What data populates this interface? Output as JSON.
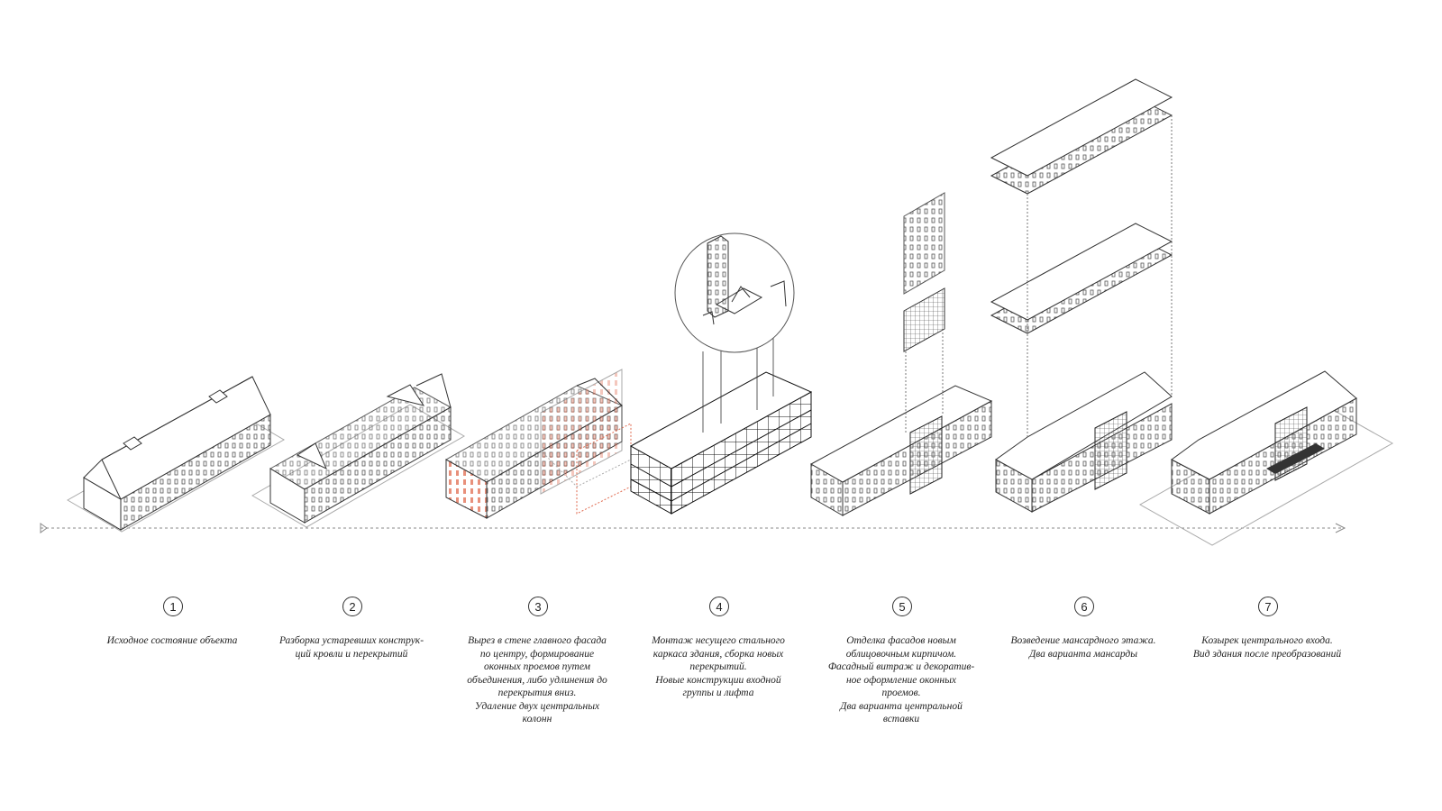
{
  "steps": [
    {
      "number": "1",
      "caption": "Исходное состояние объекта"
    },
    {
      "number": "2",
      "caption": "Разборка устаревших конструк-\nций кровли и перекрытий"
    },
    {
      "number": "3",
      "caption": "Вырез в стене главного фасада\nпо центру, формирование\nоконных проемов путем\nобъединения, либо удлинения до\nперекрытия вниз.\nУдаление двух центральных\nколонн"
    },
    {
      "number": "4",
      "caption": "Монтаж несущего стального\nкаркаса здания, сборка новых\nперекрытий.\nНовые конструкции входной\nгруппы и лифта"
    },
    {
      "number": "5",
      "caption": "Отделка фасадов новым\nоблицовочным кирпичом.\nФасадный витраж и декоратив-\nное оформление оконных\nпроемов.\nДва варианта центральной\nвставки"
    },
    {
      "number": "6",
      "caption": "Возведение мансардного этажа.\nДва варианта мансарды"
    },
    {
      "number": "7",
      "caption": "Козырек центрального входа.\nВид здания после преобразований"
    }
  ],
  "colors": {
    "line": "#333333",
    "light_line": "#9a9a9a",
    "accent": "#e06a4f"
  },
  "icons": {
    "timeline_arrow": "arrow-right-icon"
  }
}
